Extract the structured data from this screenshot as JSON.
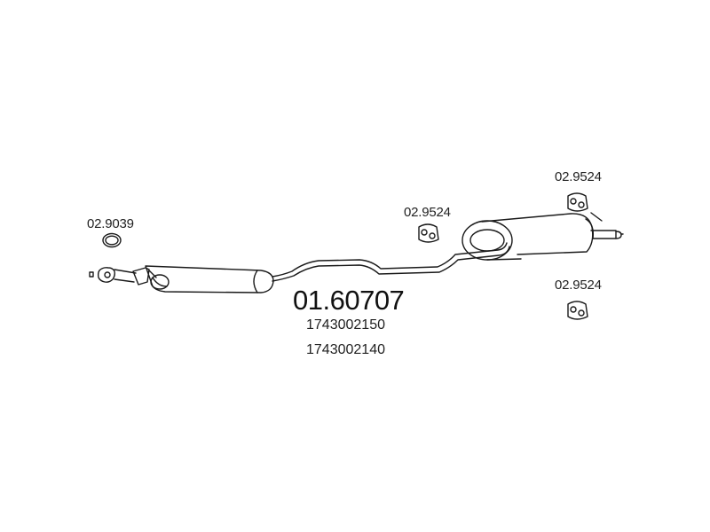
{
  "assembly": {
    "main_part_number": "01.60707",
    "oem_numbers": [
      "1743002150",
      "1743002140"
    ]
  },
  "parts": {
    "gasket_ring": "02.9039",
    "hanger_center": "02.9524",
    "hanger_top_right": "02.9524",
    "hanger_bottom_right": "02.9524"
  }
}
